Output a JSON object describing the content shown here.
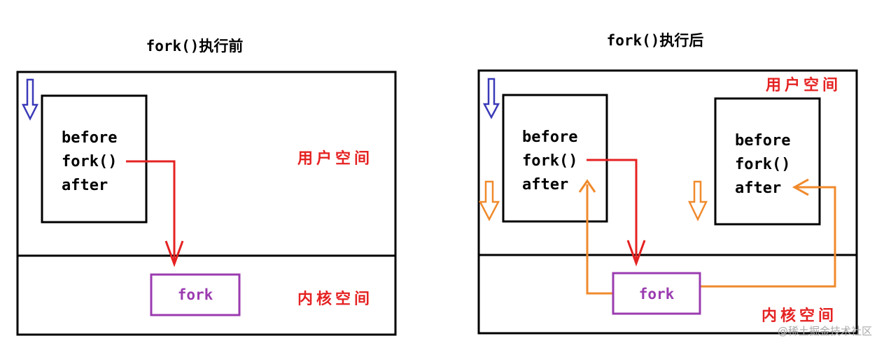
{
  "before": {
    "title": "fork()执行前",
    "process_lines": [
      "before",
      "fork()",
      "after"
    ],
    "user_space_label": "用户空间",
    "kernel_space_label": "内核空间",
    "kernel_box_label": "fork"
  },
  "after": {
    "title": "fork()执行后",
    "parent_lines": [
      "before",
      "fork()",
      "after"
    ],
    "child_lines": [
      "before",
      "fork()",
      "after"
    ],
    "user_space_label": "用户空间",
    "kernel_space_label": "内核空间",
    "kernel_box_label": "fork"
  },
  "watermark": "@稀土掘金技术社区",
  "colors": {
    "frame": "#000000",
    "call_arrow": "#e52222",
    "return_arrow": "#f08a2c",
    "pc_arrow_initial": "#3a3ab8",
    "pc_arrow_after": "#f08a2c",
    "kernel_box": "#9b3bb0",
    "zone_label": "#e52222"
  }
}
